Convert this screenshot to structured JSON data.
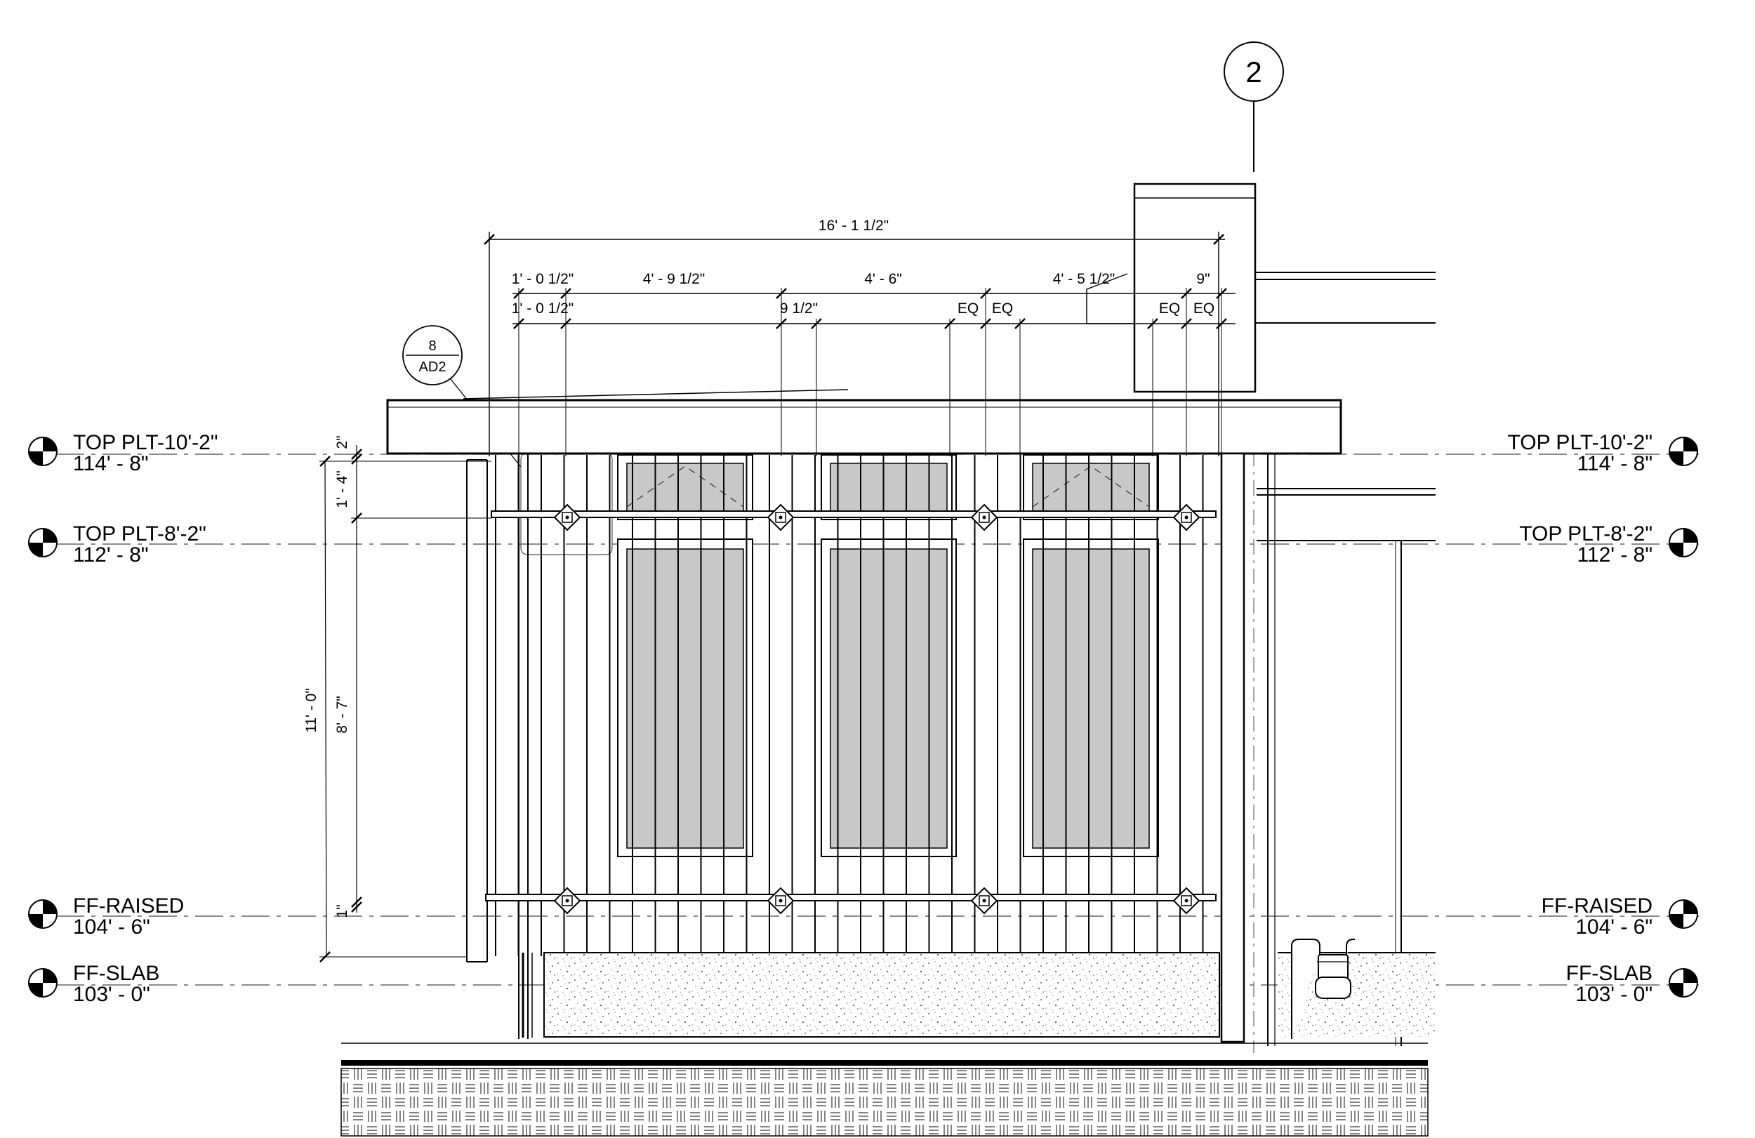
{
  "grid_bubble": {
    "label": "2"
  },
  "section_marker": {
    "number": "8",
    "sheet": "AD2"
  },
  "levels_left": [
    {
      "name": "TOP PLT-10'-2\"",
      "elev": "114' - 8\""
    },
    {
      "name": "TOP PLT-8'-2\"",
      "elev": "112' - 8\""
    },
    {
      "name": "FF-RAISED",
      "elev": "104' - 6\""
    },
    {
      "name": "FF-SLAB",
      "elev": "103' - 0\""
    }
  ],
  "levels_right": [
    {
      "name": "TOP PLT-10'-2\"",
      "elev": "114' - 8\""
    },
    {
      "name": "TOP PLT-8'-2\"",
      "elev": "112' - 8\""
    },
    {
      "name": "FF-RAISED",
      "elev": "104' - 6\""
    },
    {
      "name": "FF-SLAB",
      "elev": "103' - 0\""
    }
  ],
  "dims": {
    "overall": "16' - 1 1/2\"",
    "row1": [
      "1' - 0 1/2\"",
      "4' - 9 1/2\"",
      "4' - 6\"",
      "4' - 5 1/2\"",
      "9\""
    ],
    "row2": [
      "1' - 0 1/2\"",
      "9 1/2\"",
      "EQ",
      "EQ",
      "EQ",
      "EQ"
    ],
    "vertical": [
      "2\"",
      "1' - 4\"",
      "11' - 0\"",
      "8' - 7\"",
      "1\""
    ]
  }
}
